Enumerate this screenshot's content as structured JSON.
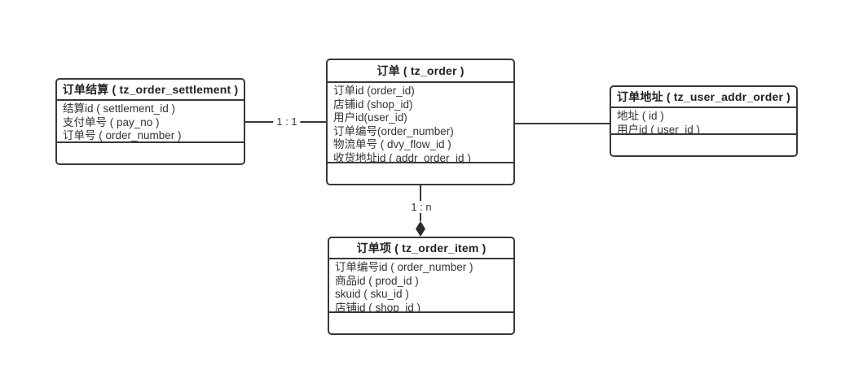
{
  "diagram": {
    "type": "er-diagram",
    "background_color": "#ffffff",
    "line_color": "#383838",
    "text_color": "#333333",
    "entities": [
      {
        "id": "tz_order_settlement",
        "title": "订单结算 ( tz_order_settlement )",
        "fields": [
          "结算id ( settlement_id )",
          "支付单号 ( pay_no )",
          "订单号 ( order_number )"
        ]
      },
      {
        "id": "tz_order",
        "title": "订单 ( tz_order )",
        "fields": [
          "订单id (order_id)",
          "店铺id (shop_id)",
          "用户id(user_id)",
          "订单编号(order_number)",
          "物流单号 ( dvy_flow_id )",
          "收货地址id ( addr_order_id )"
        ]
      },
      {
        "id": "tz_user_addr_order",
        "title": "订单地址 ( tz_user_addr_order )",
        "fields": [
          "地址 ( id )",
          "用户id ( user_id )"
        ]
      },
      {
        "id": "tz_order_item",
        "title": "订单项 ( tz_order_item )",
        "fields": [
          "订单编号id ( order_number )",
          "商品id ( prod_id )",
          "skuid ( sku_id )",
          "店铺id ( shop_id )"
        ]
      }
    ],
    "relations": [
      {
        "from": "tz_order_settlement",
        "to": "tz_order",
        "label": "1 : 1"
      },
      {
        "from": "tz_order",
        "to": "tz_user_addr_order",
        "label": ""
      },
      {
        "from": "tz_order",
        "to": "tz_order_item",
        "label": "1 : n"
      }
    ]
  }
}
